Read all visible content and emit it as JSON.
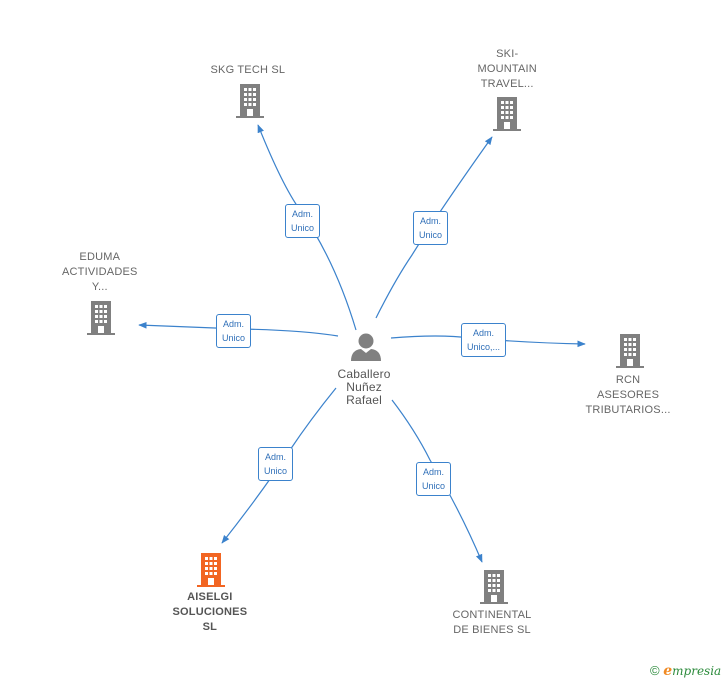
{
  "center": {
    "name_lines": [
      "Caballero",
      "Nuñez",
      "Rafael"
    ],
    "icon": "person-icon"
  },
  "companies": [
    {
      "id": "skg",
      "lines": [
        "SKG TECH  SL"
      ],
      "icon": "building-icon",
      "color": "#808080",
      "highlight": false
    },
    {
      "id": "ski",
      "lines": [
        "SKI-",
        "MOUNTAIN",
        "TRAVEL..."
      ],
      "icon": "building-icon",
      "color": "#808080",
      "highlight": false
    },
    {
      "id": "eduma",
      "lines": [
        "EDUMA",
        "ACTIVIDADES",
        "Y..."
      ],
      "icon": "building-icon",
      "color": "#808080",
      "highlight": false
    },
    {
      "id": "rcn",
      "lines": [
        "RCN",
        "ASESORES",
        "TRIBUTARIOS..."
      ],
      "icon": "building-icon",
      "color": "#808080",
      "highlight": false
    },
    {
      "id": "aiselgi",
      "lines": [
        "AISELGI",
        "SOLUCIONES",
        "SL"
      ],
      "icon": "building-icon",
      "color": "#f26522",
      "highlight": true
    },
    {
      "id": "continental",
      "lines": [
        "CONTINENTAL",
        "DE BIENES  SL"
      ],
      "icon": "building-icon",
      "color": "#808080",
      "highlight": false
    }
  ],
  "relations": [
    {
      "target": "skg",
      "lines": [
        "Adm.",
        "Unico"
      ]
    },
    {
      "target": "ski",
      "lines": [
        "Adm.",
        "Unico"
      ]
    },
    {
      "target": "eduma",
      "lines": [
        "Adm.",
        "Unico"
      ]
    },
    {
      "target": "rcn",
      "lines": [
        "Adm.",
        "Unico,..."
      ]
    },
    {
      "target": "aiselgi",
      "lines": [
        "Adm.",
        "Unico"
      ]
    },
    {
      "target": "continental",
      "lines": [
        "Adm.",
        "Unico"
      ]
    }
  ],
  "colors": {
    "edge": "#3b82cc",
    "building": "#808080",
    "highlight": "#f26522",
    "person": "#808080"
  },
  "footer": {
    "symbol": "©",
    "brand_initial": "e",
    "brand_rest": "mpresia"
  }
}
